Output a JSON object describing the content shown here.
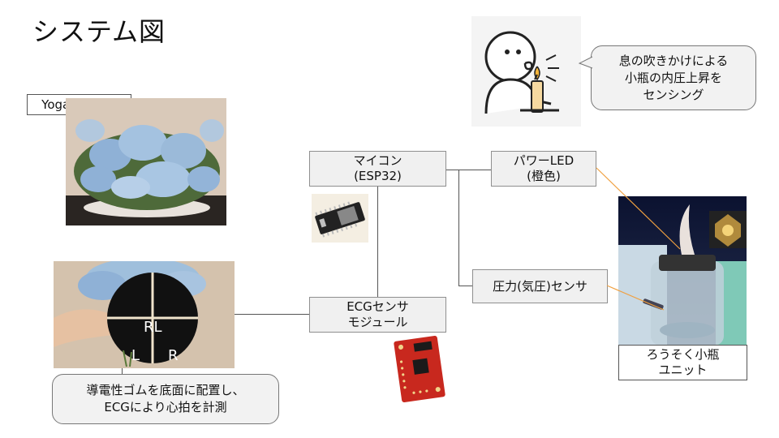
{
  "title": "システム図",
  "labels": {
    "yoga_lantern": "YogaLantern",
    "mcu_line1": "マイコン",
    "mcu_line2": "(ESP32)",
    "led_line1": "パワーLED",
    "led_line2": "(橙色)",
    "ecg_line1": "ECGセンサ",
    "ecg_line2": "モジュール",
    "pressure": "圧力(気圧)センサ",
    "candle_line1": "ろうそく小瓶",
    "candle_line2": "ユニット"
  },
  "callouts": {
    "breath_line1": "息の吹きかけによる",
    "breath_line2": "小瓶の内圧上昇を",
    "breath_line3": "センシング",
    "rubber_line1": "導電性ゴムを底面に配置し、",
    "rubber_line2": "ECGにより心拍を計測"
  },
  "electrodes": {
    "rl": "RL",
    "l": "L",
    "r": "R"
  },
  "colors": {
    "connector": "#555555",
    "led_link": "#f0a040",
    "pcb_red": "#c8281e",
    "esp32_black": "#222222",
    "box_fill": "#f0f0f0"
  }
}
